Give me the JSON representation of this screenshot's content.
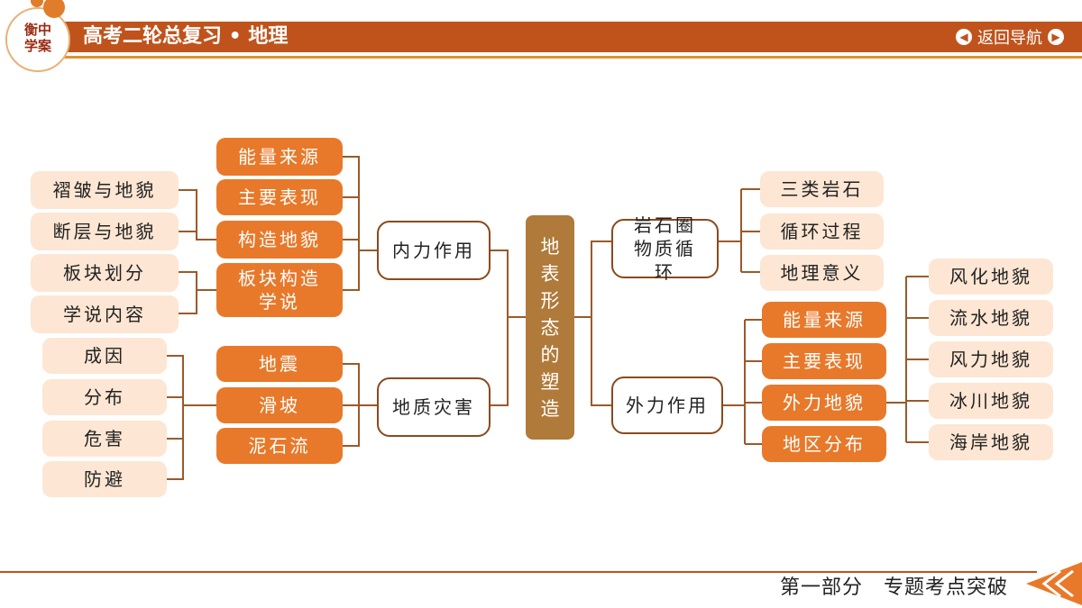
{
  "header": {
    "logo_text": "衡中学案",
    "title": "高考二轮总复习 • 地理",
    "nav_label": "返回导航"
  },
  "center": {
    "chars": [
      "地",
      "表",
      "形",
      "态",
      "的",
      "塑",
      "造"
    ]
  },
  "left": {
    "internal": {
      "label": "内力作用",
      "children": [
        "能量来源",
        "主要表现",
        "构造地貌",
        "板块构造学说"
      ],
      "goudao_children": [
        "褶皱与地貌",
        "断层与地貌"
      ],
      "bankuai_children": [
        "板块划分",
        "学说内容"
      ]
    },
    "disaster": {
      "label": "地质灾害",
      "children": [
        "地震",
        "滑坡",
        "泥石流"
      ],
      "aspects": [
        "成因",
        "分布",
        "危害",
        "防避"
      ]
    }
  },
  "right": {
    "rock": {
      "label": "岩石圈物质循环",
      "children": [
        "三类岩石",
        "循环过程",
        "地理意义"
      ]
    },
    "external": {
      "label": "外力作用",
      "children": [
        "能量来源",
        "主要表现",
        "外力地貌",
        "地区分布"
      ],
      "landforms": [
        "风化地貌",
        "流水地貌",
        "风力地貌",
        "冰川地貌",
        "海岸地貌"
      ]
    }
  },
  "footer": {
    "text": "第一部分　专题考点突破"
  },
  "colors": {
    "brand": "#c0531c",
    "accent": "#e8792a",
    "peach": "#fde6d3",
    "center": "#b07a3a",
    "connector": "#9a5a2a"
  }
}
